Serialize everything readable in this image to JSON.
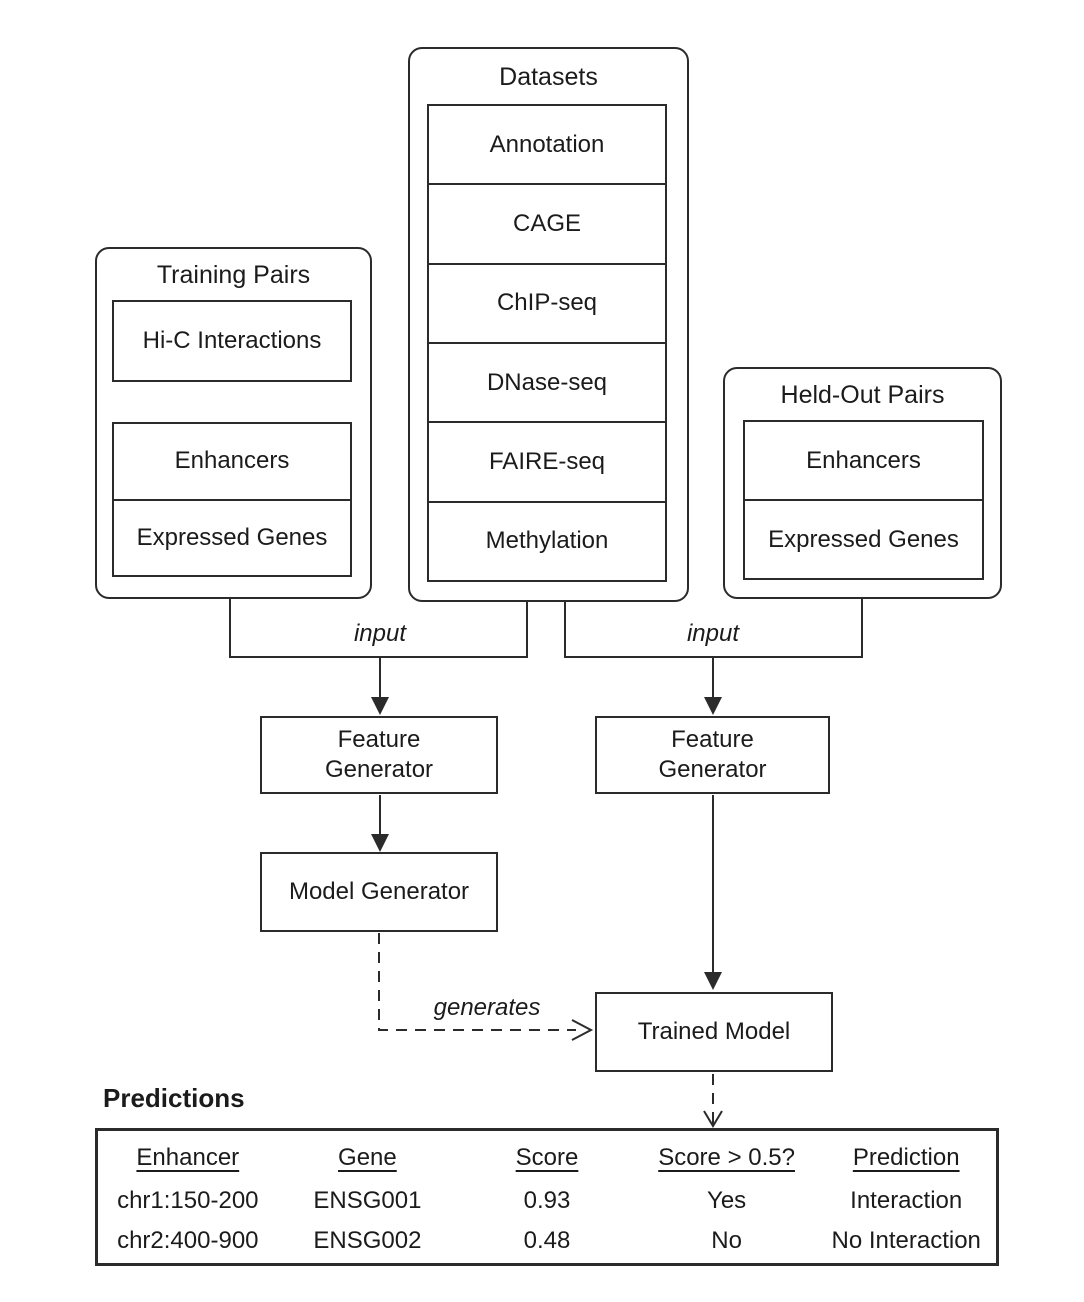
{
  "colors": {
    "line": "#2b2b2b",
    "text": "#1b1b1b",
    "background": "#ffffff"
  },
  "groups": {
    "training_pairs": {
      "title": "Training Pairs",
      "hic": "Hi-C Interactions",
      "pair_items": [
        "Enhancers",
        "Expressed Genes"
      ]
    },
    "datasets": {
      "title": "Datasets",
      "items": [
        "Annotation",
        "CAGE",
        "ChIP-seq",
        "DNase-seq",
        "FAIRE-seq",
        "Methylation"
      ]
    },
    "held_out_pairs": {
      "title": "Held-Out Pairs",
      "pair_items": [
        "Enhancers",
        "Expressed Genes"
      ]
    }
  },
  "nodes": {
    "feature_generator_left": "Feature Generator",
    "feature_generator_right": "Feature Generator",
    "model_generator": "Model Generator",
    "trained_model": "Trained Model"
  },
  "edge_labels": {
    "input_left": "input",
    "input_right": "input",
    "generates": "generates"
  },
  "predictions": {
    "section_label": "Predictions",
    "headers": [
      "Enhancer",
      "Gene",
      "Score",
      "Score > 0.5?",
      "Prediction"
    ],
    "rows": [
      [
        "chr1:150-200",
        "ENSG001",
        "0.93",
        "Yes",
        "Interaction"
      ],
      [
        "chr2:400-900",
        "ENSG002",
        "0.48",
        "No",
        "No Interaction"
      ]
    ]
  }
}
